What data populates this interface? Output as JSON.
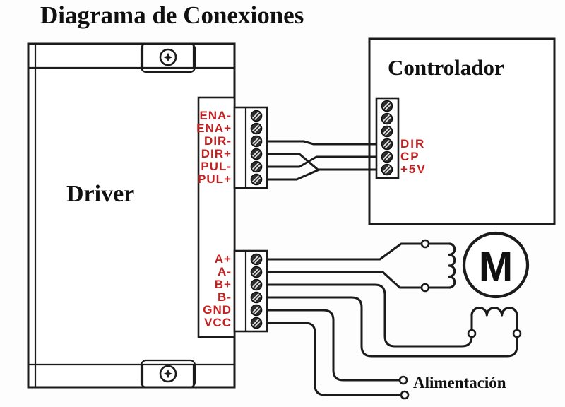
{
  "title": "Diagrama de Conexiones",
  "driver": {
    "label": "Driver",
    "signal_pins": [
      "ENA-",
      "ENA+",
      "DIR-",
      "DIR+",
      "PUL-",
      "PUL+"
    ],
    "power_pins": [
      "A+",
      "A-",
      "B+",
      "B-",
      "GND",
      "VCC"
    ]
  },
  "controller": {
    "label": "Controlador",
    "pins": [
      "DIR",
      "CP",
      "+5V"
    ]
  },
  "motor": {
    "label": "M"
  },
  "power_supply": {
    "label": "Alimentación"
  },
  "colors": {
    "pin_label": "#c32121",
    "line": "#1b1b1b"
  }
}
